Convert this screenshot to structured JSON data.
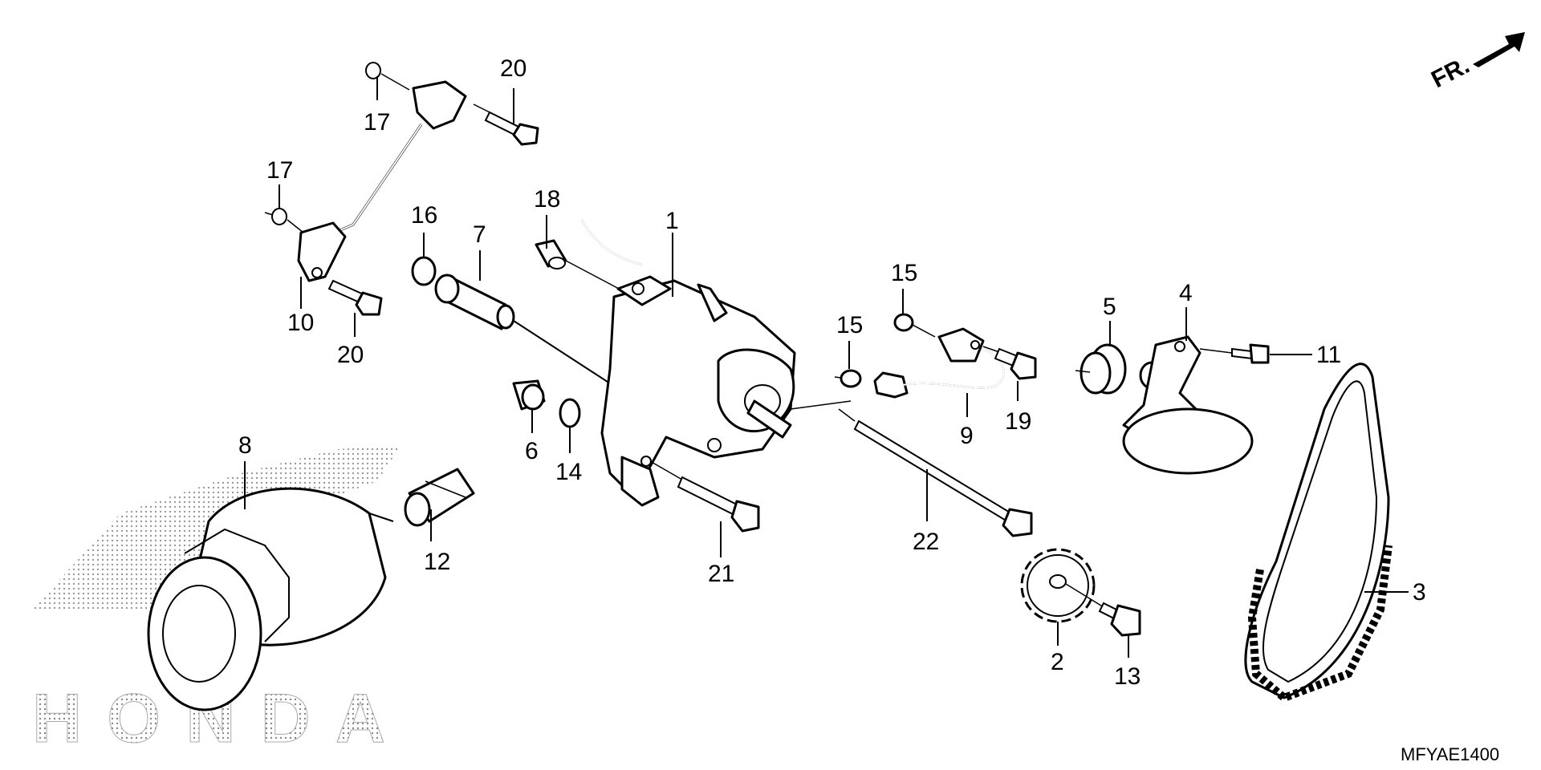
{
  "diagram": {
    "code": "MFYAE1400",
    "direction_label": "FR.",
    "watermark": "HONDA",
    "callouts": {
      "c1": "1",
      "c2": "2",
      "c3": "3",
      "c4": "4",
      "c5": "5",
      "c6": "6",
      "c7": "7",
      "c8": "8",
      "c9": "9",
      "c10": "10",
      "c11": "11",
      "c12": "12",
      "c13": "13",
      "c14": "14",
      "c15a": "15",
      "c15b": "15",
      "c16": "16",
      "c17a": "17",
      "c17b": "17",
      "c18": "18",
      "c19": "19",
      "c20a": "20",
      "c20b": "20",
      "c21": "21",
      "c22": "22"
    }
  }
}
